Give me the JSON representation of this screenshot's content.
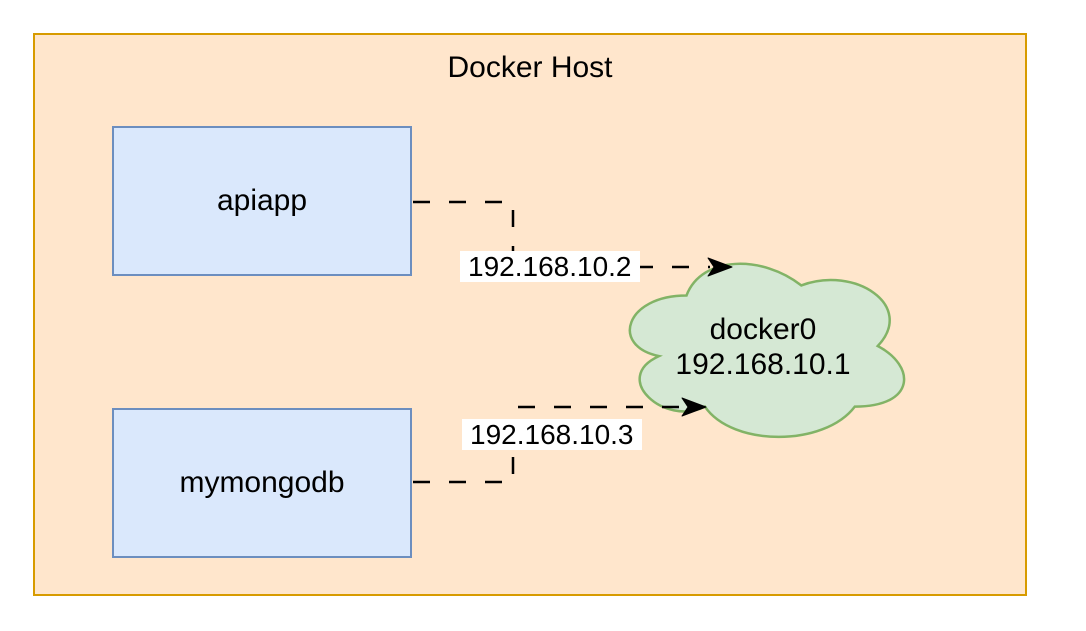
{
  "diagram": {
    "title": "Docker Host",
    "nodes": [
      {
        "id": "apiapp",
        "label": "apiapp"
      },
      {
        "id": "mymongodb",
        "label": "mymongodb"
      },
      {
        "id": "docker0",
        "label": "docker0",
        "ip": "192.168.10.1"
      }
    ],
    "edges": [
      {
        "from": "apiapp",
        "to": "docker0",
        "label": "192.168.10.2"
      },
      {
        "from": "mymongodb",
        "to": "docker0",
        "label": "192.168.10.3"
      }
    ],
    "colors": {
      "host_fill": "#FFE6CC",
      "host_stroke": "#D79B00",
      "node_fill": "#DAE8FC",
      "node_stroke": "#6C8EBF",
      "cloud_fill": "#D5E8D4",
      "cloud_stroke": "#82B366",
      "edge_stroke": "#000000",
      "text": "#000000",
      "label_bg": "#FFFFFF"
    }
  }
}
